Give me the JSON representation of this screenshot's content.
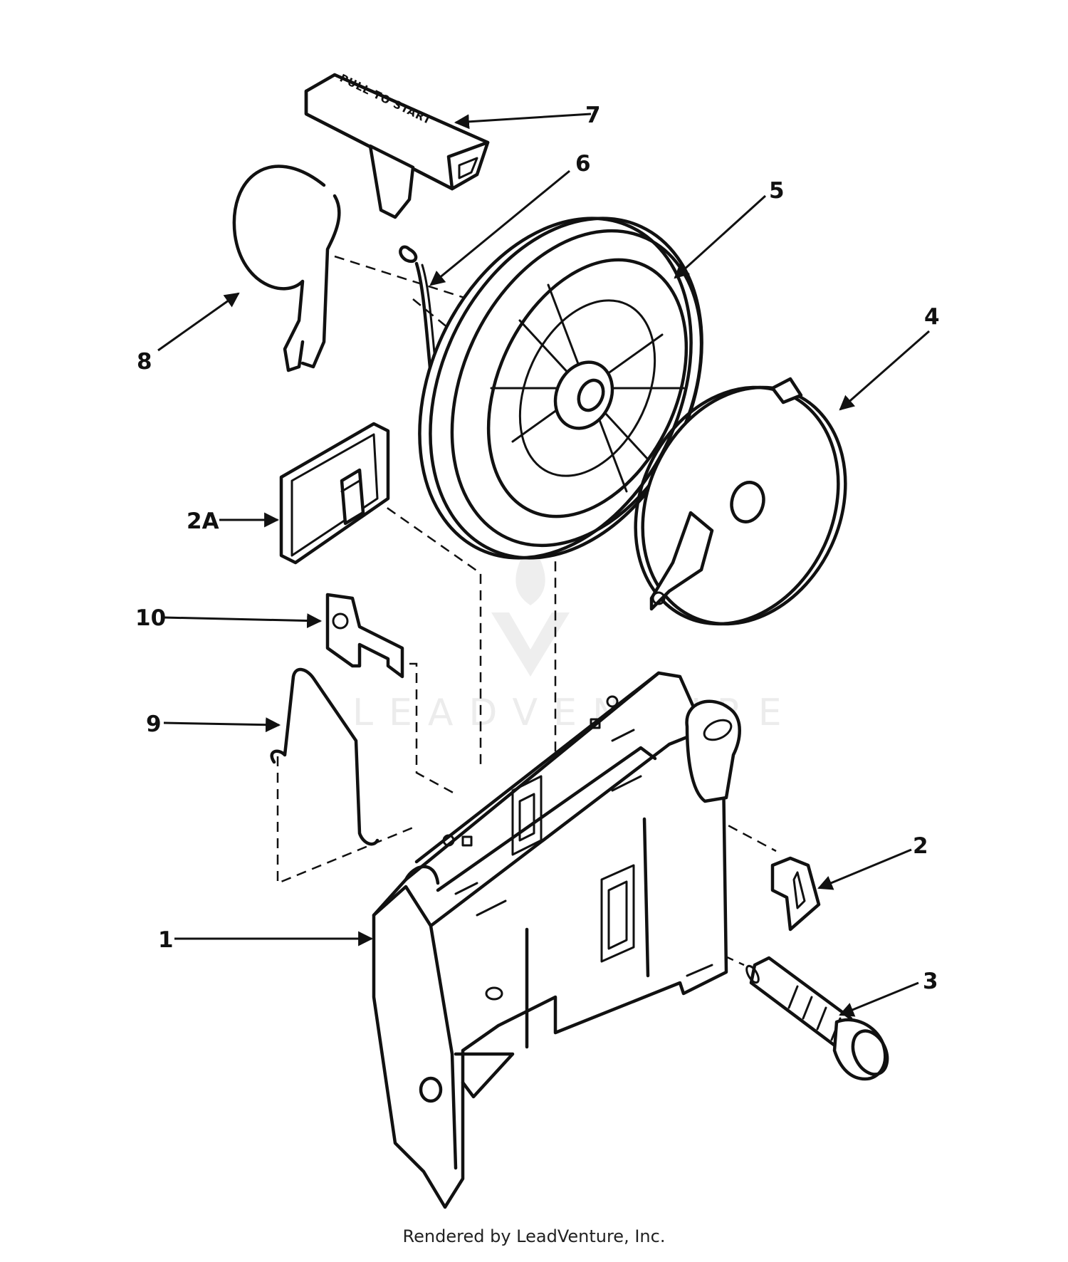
{
  "diagram": {
    "handle_text": "PULL TO START",
    "watermark_text": "LEADVENTURE",
    "footer": "Rendered by LeadVenture, Inc.",
    "callouts": [
      {
        "id": "1",
        "label": "1"
      },
      {
        "id": "2",
        "label": "2"
      },
      {
        "id": "2a",
        "label": "2A"
      },
      {
        "id": "3",
        "label": "3"
      },
      {
        "id": "4",
        "label": "4"
      },
      {
        "id": "5",
        "label": "5"
      },
      {
        "id": "6",
        "label": "6"
      },
      {
        "id": "7",
        "label": "7"
      },
      {
        "id": "8",
        "label": "8"
      },
      {
        "id": "9",
        "label": "9"
      },
      {
        "id": "10",
        "label": "10"
      }
    ]
  }
}
